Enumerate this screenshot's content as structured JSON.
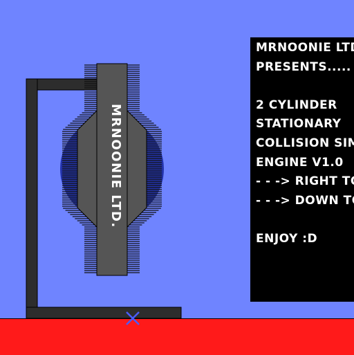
{
  "scene": {
    "background_color": "#6f84ff",
    "ground_color": "#ff1a1a",
    "frame_color": "#2d2d2d",
    "engine_color": "#555555",
    "cylinder_color": "#1b2aa0",
    "marker_color": "#4a5cff"
  },
  "engine": {
    "label": "MRNOONIE LTD."
  },
  "info": {
    "lines": [
      "MRNOONIE LTD.",
      "PRESENTS.....",
      "",
      "2 CYLINDER",
      "STATIONARY",
      "COLLISION SIM",
      "ENGINE V1.0",
      "- - -> RIGHT TO",
      "- - -> DOWN TO",
      "",
      "ENJOY :D"
    ]
  }
}
